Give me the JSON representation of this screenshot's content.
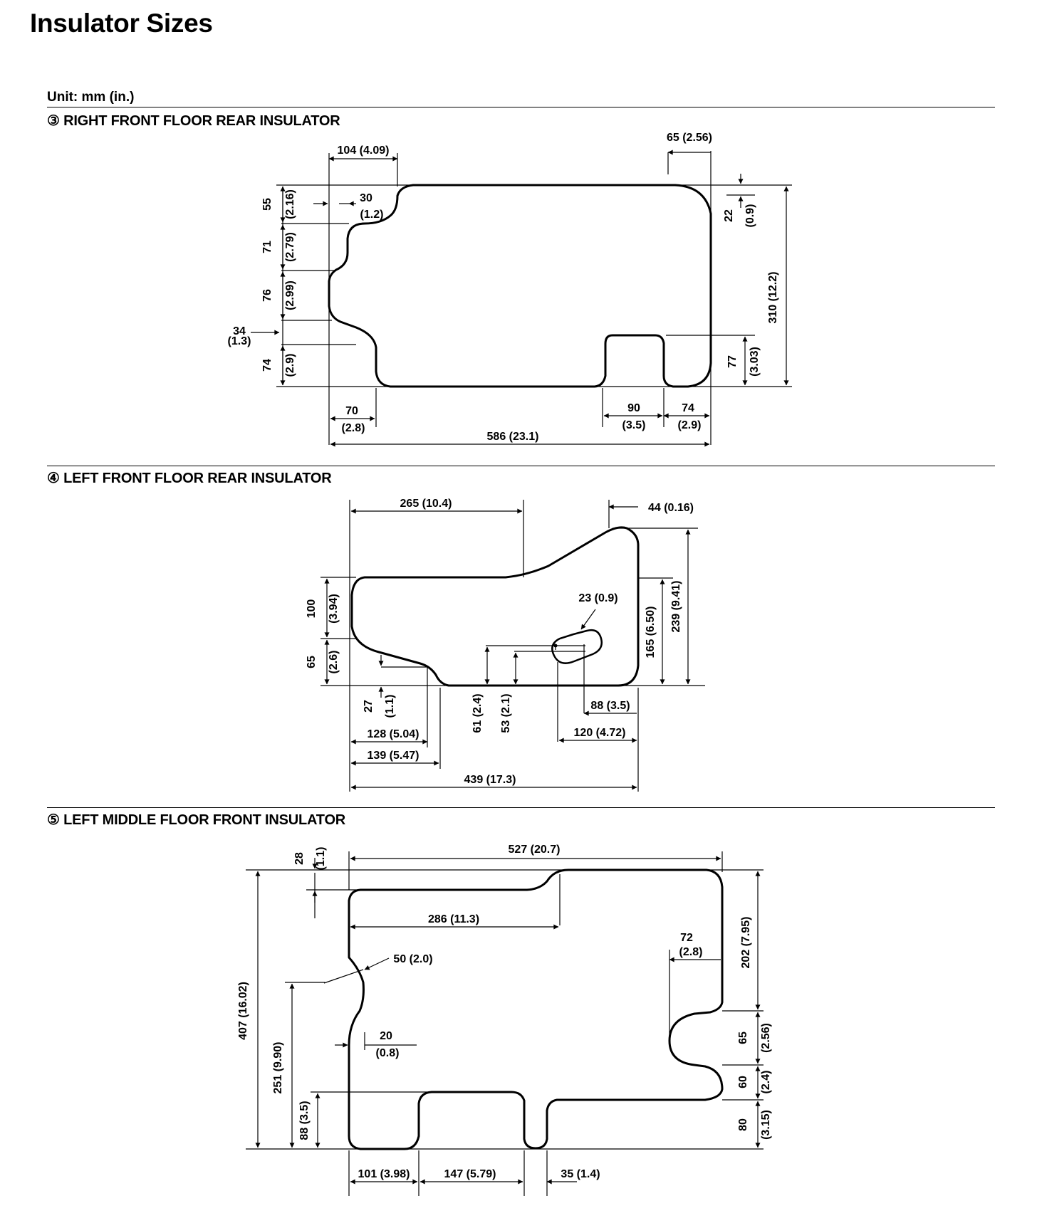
{
  "title": "Insulator Sizes",
  "unit": "Unit: mm (in.)",
  "sections": [
    {
      "id": "3",
      "title": "③ RIGHT FRONT FLOOR REAR INSULATOR",
      "dims": {
        "d104": "104 (4.09)",
        "d65": "65 (2.56)",
        "d55": "55",
        "d55in": "(2.16)",
        "d30": "30",
        "d30in": "(1.2)",
        "d71": "71",
        "d71in": "(2.79)",
        "d76": "76",
        "d76in": "(2.99)",
        "d34": "34",
        "d34in": "(1.3)",
        "d74": "74",
        "d74in": "(2.9)",
        "d22": "22",
        "d22in": "(0.9)",
        "d310": "310 (12.2)",
        "d77": "77",
        "d77in": "(3.03)",
        "d70": "70",
        "d70in": "(2.8)",
        "d90": "90",
        "d90in": "(3.5)",
        "d74b": "74",
        "d74bin": "(2.9)",
        "d586": "586 (23.1)"
      }
    },
    {
      "id": "4",
      "title": "④ LEFT FRONT FLOOR REAR INSULATOR",
      "dims": {
        "d265": "265 (10.4)",
        "d44": "44 (0.16)",
        "d100": "100",
        "d100in": "(3.94)",
        "d65": "65",
        "d65in": "(2.6)",
        "d23": "23 (0.9)",
        "d165": "165 (6.50)",
        "d239": "239 (9.41)",
        "d27": "27",
        "d27in": "(1.1)",
        "d61": "61 (2.4)",
        "d53": "53 (2.1)",
        "d88": "88 (3.5)",
        "d120": "120 (4.72)",
        "d128": "128 (5.04)",
        "d139": "139 (5.47)",
        "d439": "439 (17.3)"
      }
    },
    {
      "id": "5",
      "title": "⑤ LEFT MIDDLE FLOOR FRONT INSULATOR",
      "dims": {
        "d28": "28",
        "d28in": "(1.1)",
        "d527": "527 (20.7)",
        "d286": "286 (11.3)",
        "d72": "72",
        "d72in": "(2.8)",
        "d202": "202 (7.95)",
        "d50": "50 (2.0)",
        "d407": "407 (16.02)",
        "d251": "251 (9.90)",
        "d20": "20",
        "d20in": "(0.8)",
        "d65": "65",
        "d65in": "(2.56)",
        "d60": "60",
        "d60in": "(2.4)",
        "d88": "88 (3.5)",
        "d80": "80",
        "d80in": "(3.15)",
        "d101": "101 (3.98)",
        "d147": "147 (5.79)",
        "d35": "35 (1.4)"
      }
    }
  ]
}
